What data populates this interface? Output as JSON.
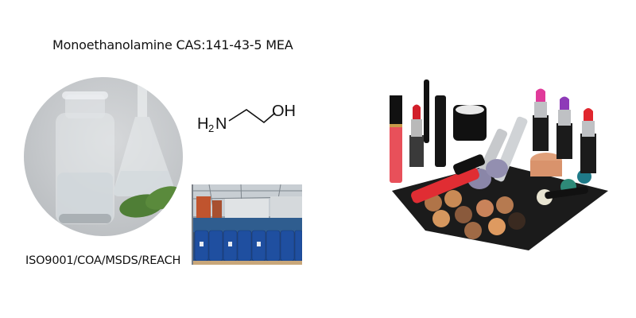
{
  "product": {
    "title": "Monoethanolamine CAS:141-43-5 MEA",
    "certifications": "ISO9001/COA/MSDS/REACH"
  },
  "formula": {
    "left_group": "H",
    "left_sub": "2",
    "left_atom": "N",
    "right_group": "OH"
  },
  "images": {
    "product_photo": "glass-bottles-photo",
    "warehouse_photo": "warehouse-drums-photo",
    "cosmetics_photo": "cosmetics-products-photo"
  },
  "colors": {
    "text": "#111111",
    "background": "#ffffff",
    "drum_blue": "#1f4fa0",
    "leaf_green": "#4d7a35"
  }
}
